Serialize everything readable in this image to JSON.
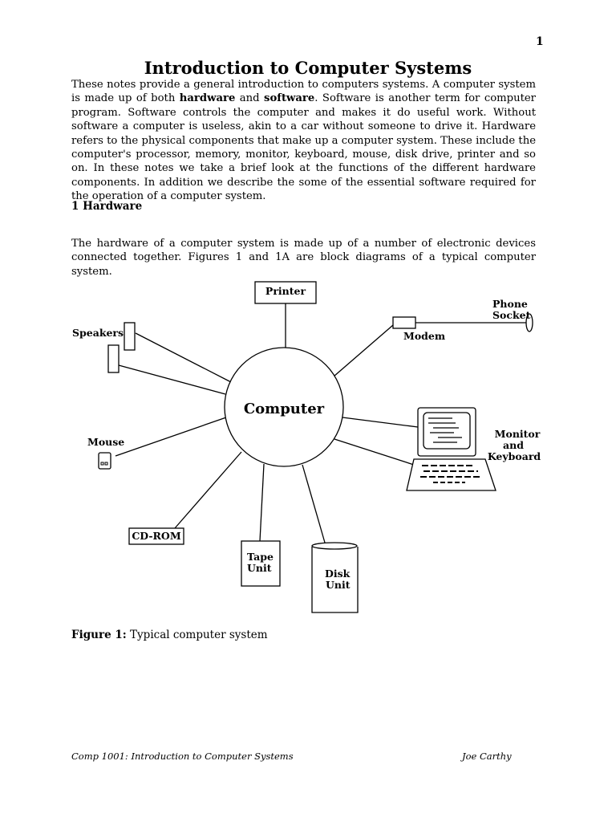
{
  "page_number": "1",
  "title": "Introduction to Computer Systems",
  "intro": {
    "t1": "These notes provide a general introduction to computers systems. A computer system is made up of both ",
    "b1": "hardware",
    "t2": " and ",
    "b2": "software",
    "t3": ". Software is another term for computer program. Software controls the computer and makes it do useful work. Without software a computer is useless, akin to a car without someone to drive it. Hardware refers to the physical components that make up a computer system. These include the computer's processor, memory, monitor, keyboard, mouse, disk drive, printer and so on. In these notes we take a brief look at the functions of the different hardware components. In addition we describe the some of the essential software required for the operation of a computer system."
  },
  "section_heading": "1 Hardware",
  "hardware_paragraph": "The hardware of a computer system is made up of a number of electronic devices connected together. Figures 1 and 1A are block diagrams of a typical computer system.",
  "diagram": {
    "center": "Computer",
    "printer": "Printer",
    "phone_socket": [
      "Phone",
      "Socket"
    ],
    "modem": "Modem",
    "speakers": "Speakers",
    "monitor_keyboard": [
      "Monitor",
      "and",
      "Keyboard"
    ],
    "mouse": "Mouse",
    "cdrom": "CD-ROM",
    "tape_unit": [
      "Tape",
      "Unit"
    ],
    "disk_unit": [
      "Disk",
      "Unit"
    ]
  },
  "caption": {
    "label": "Figure 1:",
    "text": " Typical computer system"
  },
  "footer": {
    "left": "Comp 1001: Introduction to Computer Systems",
    "right": "Joe Carthy"
  }
}
